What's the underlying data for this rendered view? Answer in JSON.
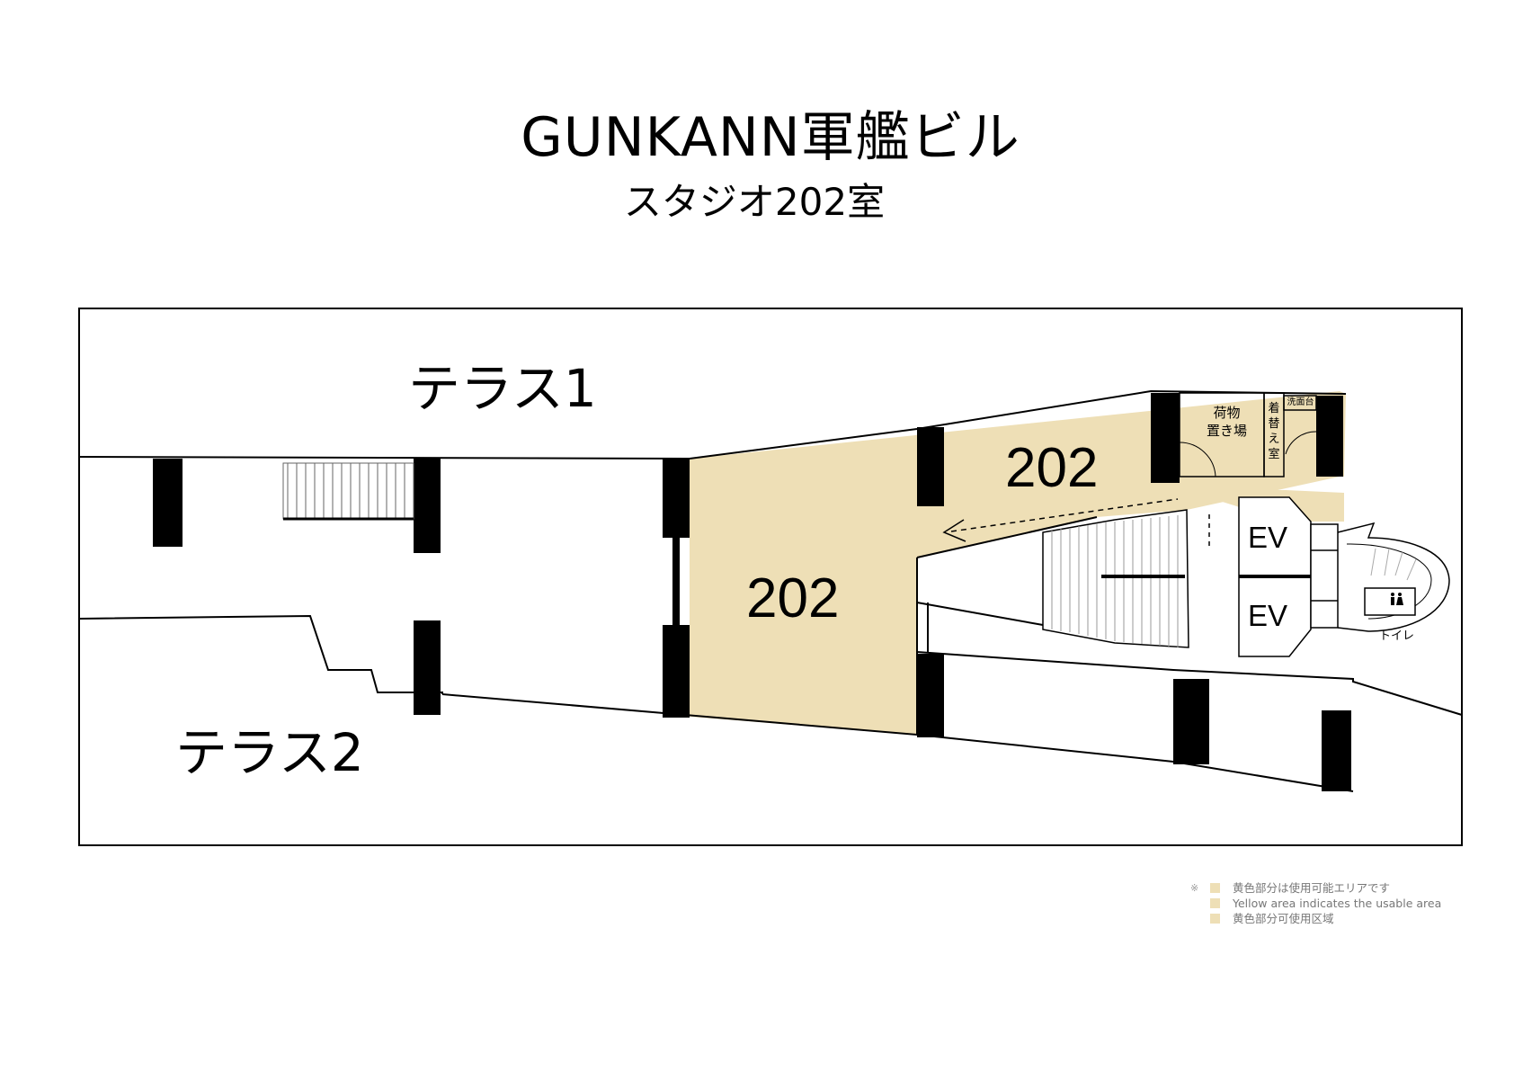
{
  "header": {
    "title": "GUNKANN軍艦ビル",
    "subtitle": "スタジオ202室"
  },
  "plan": {
    "labels": {
      "terrace1": "テラス1",
      "terrace2": "テラス2",
      "room_upper": "202",
      "room_lower": "202",
      "storage": [
        "荷物",
        "置き場"
      ],
      "changing": [
        "着",
        "替",
        "え",
        "室"
      ],
      "sink": "洗面台",
      "ev_upper": "EV",
      "ev_lower": "EV",
      "toilet": "トイレ"
    },
    "colors": {
      "usable_area": "#eedfb6",
      "wall": "#000000",
      "outline": "#000000"
    },
    "icons": {
      "toilet_symbol": "restroom-icon",
      "route_arrow": "dashed-arrow-left-icon"
    }
  },
  "legend": {
    "note_mark": "※",
    "lines": [
      "黄色部分は使用可能エリアです",
      "Yellow area indicates the usable area",
      "黄色部分可使用区域"
    ],
    "swatch_color": "#eedfb6"
  }
}
